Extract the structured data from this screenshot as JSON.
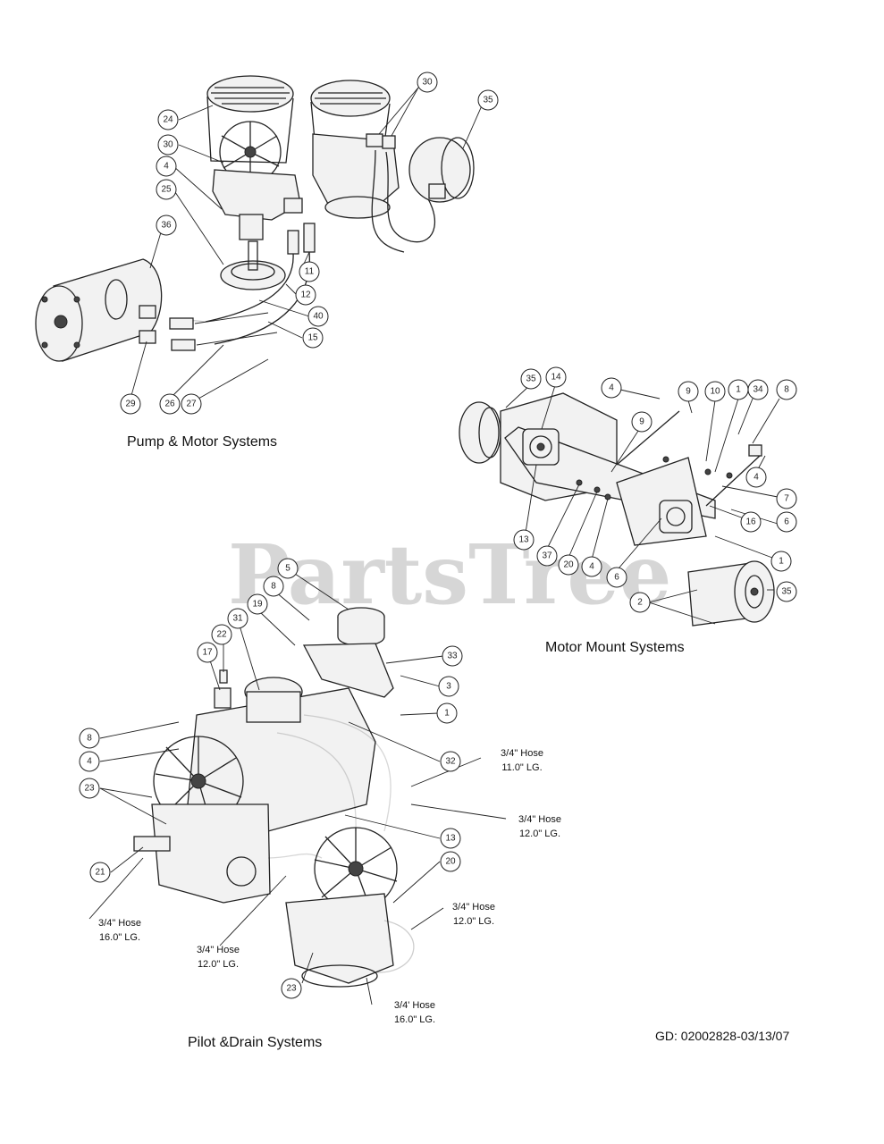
{
  "watermark": "PartsTree",
  "sections": {
    "pump_motor": "Pump & Motor Systems",
    "motor_mount": "Motor Mount Systems",
    "pilot_drain": "Pilot &Drain Systems"
  },
  "callouts": {
    "pump_motor": [
      "24",
      "30",
      "30",
      "35",
      "4",
      "25",
      "36",
      "11",
      "12",
      "40",
      "15",
      "29",
      "26",
      "27"
    ],
    "motor_mount": [
      "35",
      "14",
      "4",
      "9",
      "10",
      "1",
      "34",
      "8",
      "9",
      "4",
      "7",
      "16",
      "6",
      "13",
      "37",
      "20",
      "4",
      "6",
      "1",
      "35",
      "2"
    ],
    "pilot_drain": [
      "5",
      "8",
      "19",
      "31",
      "22",
      "17",
      "33",
      "3",
      "1",
      "8",
      "4",
      "32",
      "23",
      "13",
      "21",
      "20",
      "23"
    ]
  },
  "hose_labels": [
    {
      "line1": "3/4\" Hose",
      "line2": "11.0\" LG."
    },
    {
      "line1": "3/4\" Hose",
      "line2": "12.0\" LG."
    },
    {
      "line1": "3/4\" Hose",
      "line2": "12.0\" LG."
    },
    {
      "line1": "3/4\" Hose",
      "line2": "16.0\" LG."
    },
    {
      "line1": "3/4\" Hose",
      "line2": "12.0\" LG."
    },
    {
      "line1": "3/4' Hose",
      "line2": "16.0\" LG."
    }
  ],
  "footer_code": "GD: 02002828-03/13/07"
}
